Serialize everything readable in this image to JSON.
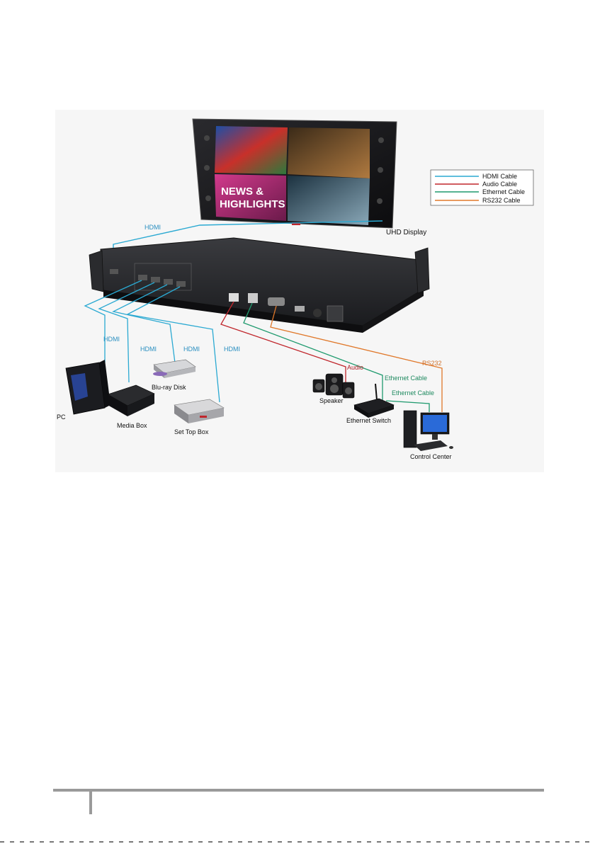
{
  "legend": {
    "items": [
      {
        "label": "HDMI Cable",
        "color": "#2aa9d2"
      },
      {
        "label": "Audio Cable",
        "color": "#c0262c"
      },
      {
        "label": "Ethernet Cable",
        "color": "#1f9a6e"
      },
      {
        "label": "RS232 Cable",
        "color": "#e0782a"
      }
    ]
  },
  "display": {
    "label": "UHD Display",
    "screen_text": [
      "NEWS &",
      "HIGHLIGHTS"
    ]
  },
  "cables": {
    "hdmi_output": "HDMI",
    "hdmi_pc": "HDMI",
    "hdmi_media": "HDMI",
    "hdmi_bluray": "HDMI",
    "hdmi_settop": "HDMI",
    "audio": "Audio",
    "ethernet_1": "Ethernet Cable",
    "ethernet_2": "Ethernet Cable",
    "rs232": "RS232"
  },
  "devices": {
    "pc": "PC",
    "media_box": "Media Box",
    "bluray": "Blu-ray Disk",
    "set_top_box": "Set Top Box",
    "speaker": "Speaker",
    "ethernet_switch": "Ethernet Switch",
    "control_center": "Control Center"
  },
  "colors": {
    "hdmi": "#2aa9d2",
    "audio": "#c0262c",
    "ethernet": "#1f9a6e",
    "rs232": "#e0782a",
    "chassis": "#1e1f22"
  }
}
